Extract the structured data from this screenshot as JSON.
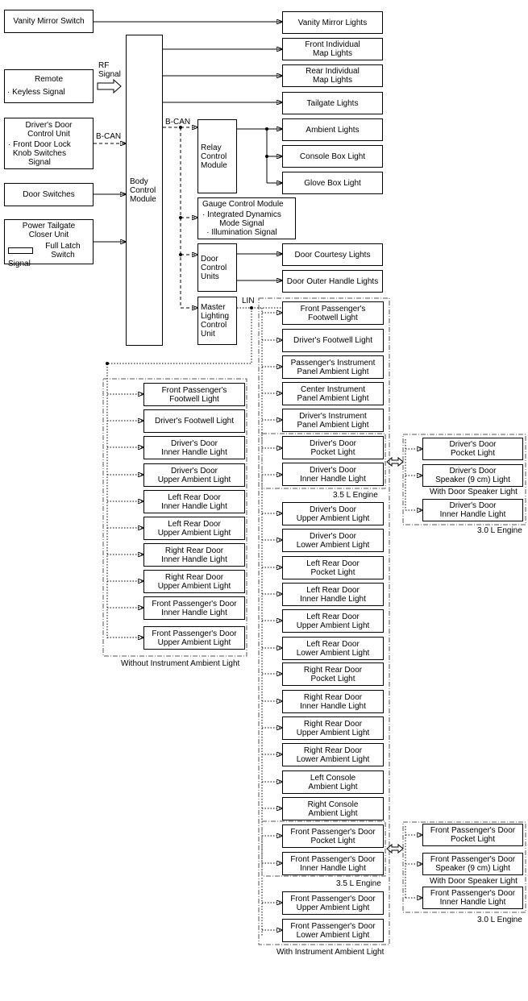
{
  "sources": {
    "vanity_switch": "Vanity Mirror Switch",
    "remote_title": "Remote",
    "remote_sub": "· Keyless Signal",
    "rf_signal": "RF\nSignal",
    "door_ctrl_title": "Driver's Door\nControl Unit",
    "door_ctrl_sub": "· Front Door Lock\nKnob Switches\nSignal",
    "door_switches": "Door Switches",
    "tailgate_title": "Power Tailgate\nCloser Unit",
    "tailgate_sub": "Full Latch Switch",
    "tailgate_sub2": "Signal"
  },
  "bcm": "Body\nControl\nModule",
  "bcan_left": "B-CAN",
  "bcan_right": "B-CAN",
  "lin": "LIN",
  "relay": "Relay\nControl\nModule",
  "gauge_title": "Gauge Control Module",
  "gauge_sub": "· Integrated Dynamics\nMode Signal\n· Illumination Signal",
  "door_units": "Door\nControl\nUnits",
  "master": "Master\nLighting\nControl\nUnit",
  "bcm_outputs": [
    "Vanity Mirror Lights",
    "Front Individual\nMap Lights",
    "Rear Individual\nMap Lights",
    "Tailgate Lights"
  ],
  "relay_outputs": [
    "Ambient Lights",
    "Console Box Light",
    "Glove Box Light"
  ],
  "door_outputs": [
    "Door Courtesy Lights",
    "Door Outer Handle Lights"
  ],
  "without_list": [
    "Front Passenger's\nFootwell Light",
    "Driver's Footwell Light",
    "Driver's Door\nInner Handle Light",
    "Driver's Door\nUpper Ambient Light",
    "Left Rear Door\nInner Handle Light",
    "Left Rear Door\nUpper Ambient Light",
    "Right Rear Door\nInner Handle Light",
    "Right Rear Door\nUpper Ambient Light",
    "Front Passenger's Door\nInner Handle Light",
    "Front Passenger's Door\nUpper Ambient Light"
  ],
  "without_caption": "Without Instrument Ambient Light",
  "with_list": [
    "Front Passenger's\nFootwell Light",
    "Driver's Footwell Light",
    "Passenger's Instrument\nPanel Ambient Light",
    "Center Instrument\nPanel Ambient Light",
    "Driver's Instrument\nPanel Ambient Light",
    "Driver's Door\nPocket Light",
    "Driver's Door\nInner Handle Light",
    "Driver's Door\nUpper Ambient Light",
    "Driver's Door\nLower Ambient Light",
    "Left Rear Door\nPocket Light",
    "Left Rear Door\nInner Handle Light",
    "Left Rear Door\nUpper Ambient Light",
    "Left Rear Door\nLower Ambient Light",
    "Right Rear Door\nPocket Light",
    "Right Rear Door\nInner Handle Light",
    "Right Rear Door\nUpper Ambient Light",
    "Right Rear Door\nLower Ambient Light",
    "Left Console\nAmbient Light",
    "Right Console\nAmbient Light",
    "Front Passenger's Door\nPocket Light",
    "Front Passenger's Door\nInner Handle Light",
    "Front Passenger's Door\nUpper Ambient Light",
    "Front Passenger's Door\nLower Ambient Light"
  ],
  "with_caption": "With Instrument Ambient Light",
  "engine_35": "3.5 L Engine",
  "engine_30": "3.0 L Engine",
  "with_speaker": "With Door Speaker Light",
  "alt_driver": [
    "Driver's Door\nPocket Light",
    "Driver's Door\nSpeaker (9 cm) Light",
    "Driver's Door\nInner Handle Light"
  ],
  "alt_passenger": [
    "Front Passenger's Door\nPocket Light",
    "Front Passenger's Door\nSpeaker (9 cm) Light",
    "Front Passenger's Door\nInner Handle Light"
  ]
}
